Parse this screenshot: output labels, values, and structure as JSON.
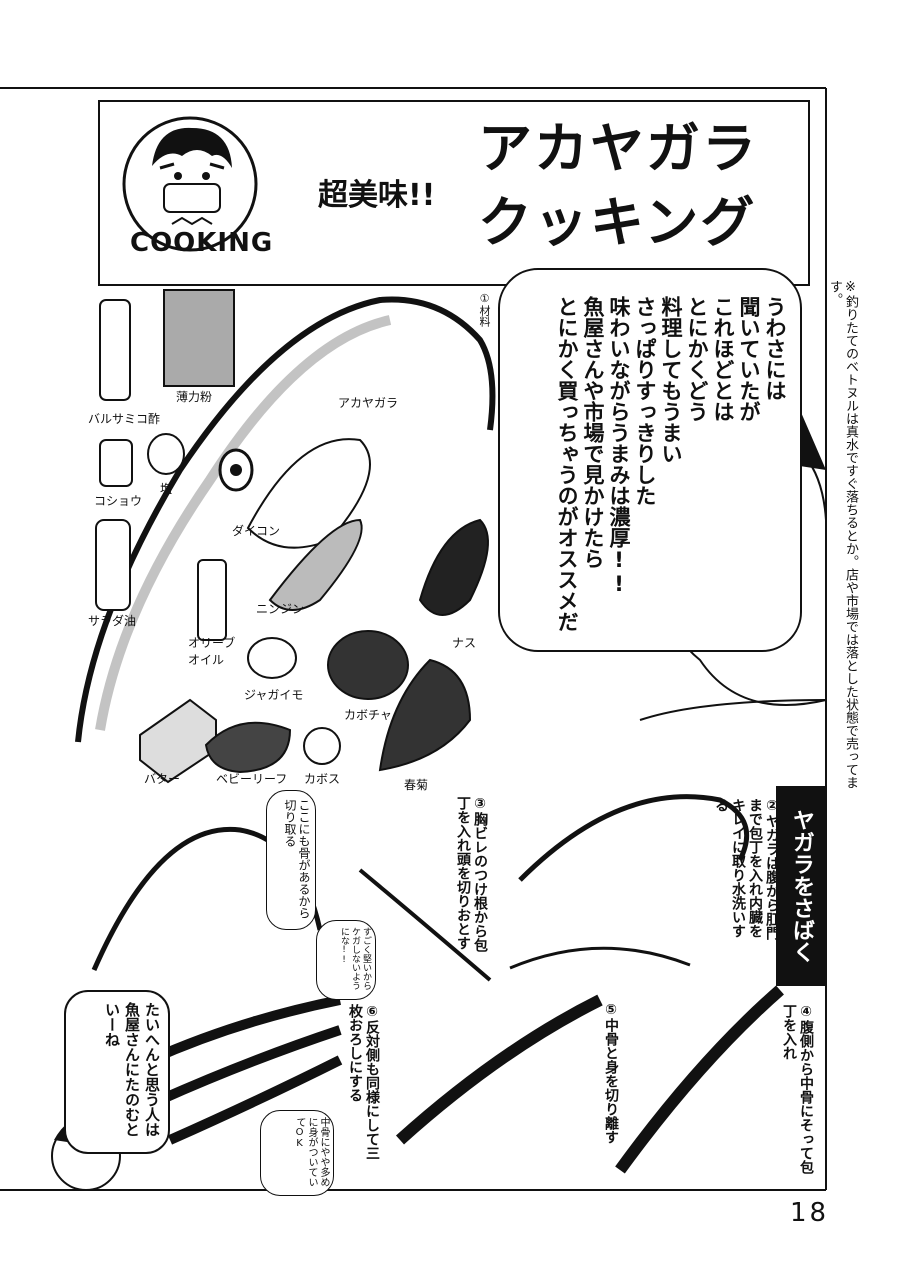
{
  "header": {
    "emblem_text": "COOKING",
    "sub_title": "超美味!!",
    "title_line1": "アカヤガラ",
    "title_line2": "クッキング"
  },
  "side_note": "※釣りたてのベトヌルは真水ですぐ落ちるとか。店や市場では落とした状態で売ってます。",
  "speech_main": [
    "うわさには",
    "聞いていたが",
    "これほどとは",
    "とにかくどう",
    "料理してもうまい",
    "さっぱりすっきりした",
    "味わいながらうまみは濃厚!!",
    "魚屋さんや市場で見かけたら",
    "とにかく買っちゃうのがオススメだ"
  ],
  "ingredients_heading": "①材料",
  "ingredients": {
    "balsamic": "バルサミコ酢",
    "flour": "薄力粉",
    "salt": "塩",
    "pepper": "コショウ",
    "salad_oil": "サラダ油",
    "fish": "アカヤガラ",
    "daikon": "ダイコン",
    "carrot": "ニンジン",
    "eggplant": "ナス",
    "olive_oil": "オリーブ\nオイル",
    "potato": "ジャガイモ",
    "pumpkin": "カボチャ",
    "butter": "バター",
    "baby_leaf": "ベビーリーフ",
    "kabosu": "カボス",
    "shungiku": "春菊"
  },
  "section_label": "ヤガラをさばく",
  "steps": {
    "s2": "②ヤガラは腹から肛門まで包丁を入れ内臓をキレイに取り水洗いする",
    "s3": "③胸ビレのつけ根から包丁を入れ頭を切りおとす",
    "s4": "④腹側から中骨にそって包丁を入れ",
    "s5": "⑤中骨と身を切り離す",
    "s6": "⑥反対側も同様にして三枚おろしにする"
  },
  "bubbles": {
    "bone_here": "ここにも骨があるから切り取る",
    "hard": "すごく堅いからケガしないようにな!!",
    "meat_ok": "中骨にやや多めに身がついていてOK",
    "fishmonger": "たいへんと思う人は魚屋さんにたのむといーね"
  },
  "page_number": "18"
}
